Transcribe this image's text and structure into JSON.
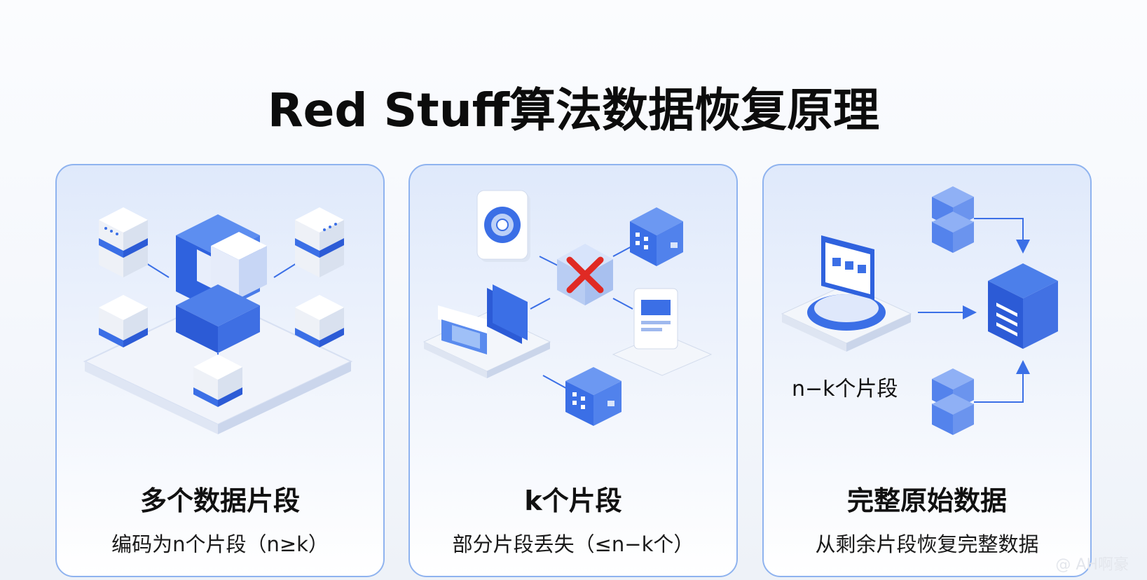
{
  "title": "Red Stuff算法数据恢复原理",
  "colors": {
    "border": "#8fb3ef",
    "primary_blue": "#3b6fe6",
    "error_red": "#e02a24"
  },
  "panels": [
    {
      "title": "多个数据片段",
      "subtitle": "编码为n个片段（n≥k）"
    },
    {
      "title": "k个片段",
      "subtitle": "部分片段丢失（≤n−k个）",
      "icon": "red-x-icon"
    },
    {
      "title": "完整原始数据",
      "subtitle": "从剩余片段恢复完整数据",
      "label": "n−k个片段"
    }
  ],
  "watermark": "@ AH啊豪"
}
